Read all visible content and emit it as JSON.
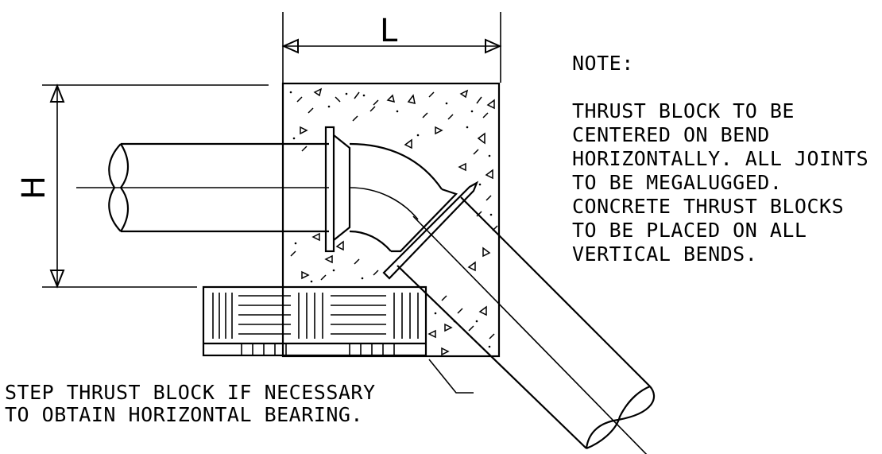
{
  "dimensions": {
    "length_label": "L",
    "height_label": "H"
  },
  "note": {
    "heading": "NOTE:",
    "lines": [
      "THRUST BLOCK TO BE",
      "CENTERED ON BEND",
      "HORIZONTALLY. ALL JOINTS",
      "TO BE MEGALUGGED.",
      "CONCRETE THRUST BLOCKS",
      "TO BE PLACED ON ALL",
      "VERTICAL BENDS."
    ]
  },
  "callout": {
    "lines": [
      "STEP THRUST BLOCK IF NECESSARY",
      "TO OBTAIN HORIZONTAL BEARING."
    ]
  }
}
